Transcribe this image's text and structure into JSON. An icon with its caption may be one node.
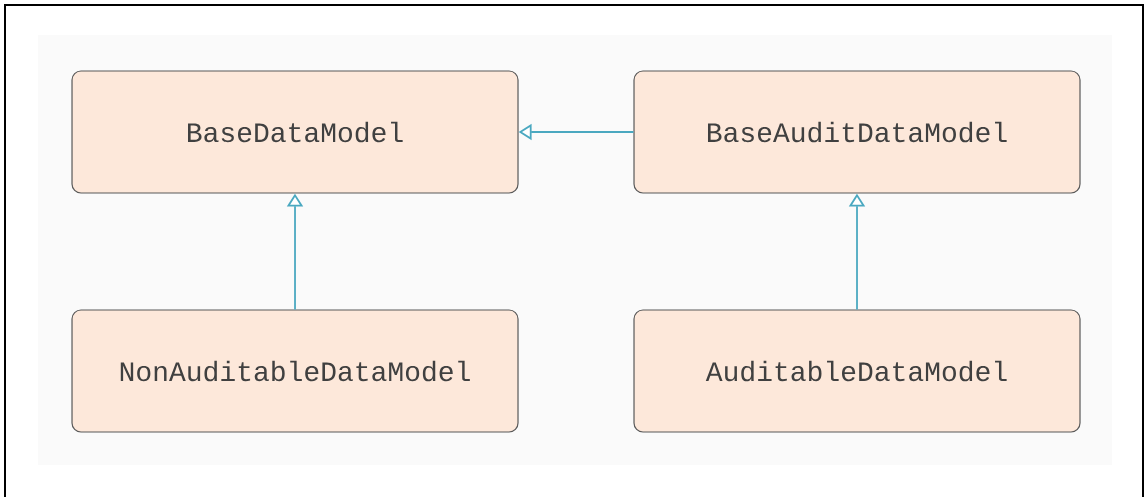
{
  "diagram": {
    "nodes": [
      {
        "text": [
          "BaseDataModel"
        ]
      },
      {
        "text": [
          "BaseAuditDataModel"
        ]
      },
      {
        "text": [
          "NonAuditableDataModel"
        ]
      },
      {
        "text": [
          "AuditableDataModel"
        ]
      }
    ],
    "edges": [
      {
        "from": 1,
        "to": 0,
        "arrow": "to"
      },
      {
        "from": 2,
        "to": 0,
        "arrow": "to"
      },
      {
        "from": 3,
        "to": 1,
        "arrow": "to"
      }
    ]
  }
}
